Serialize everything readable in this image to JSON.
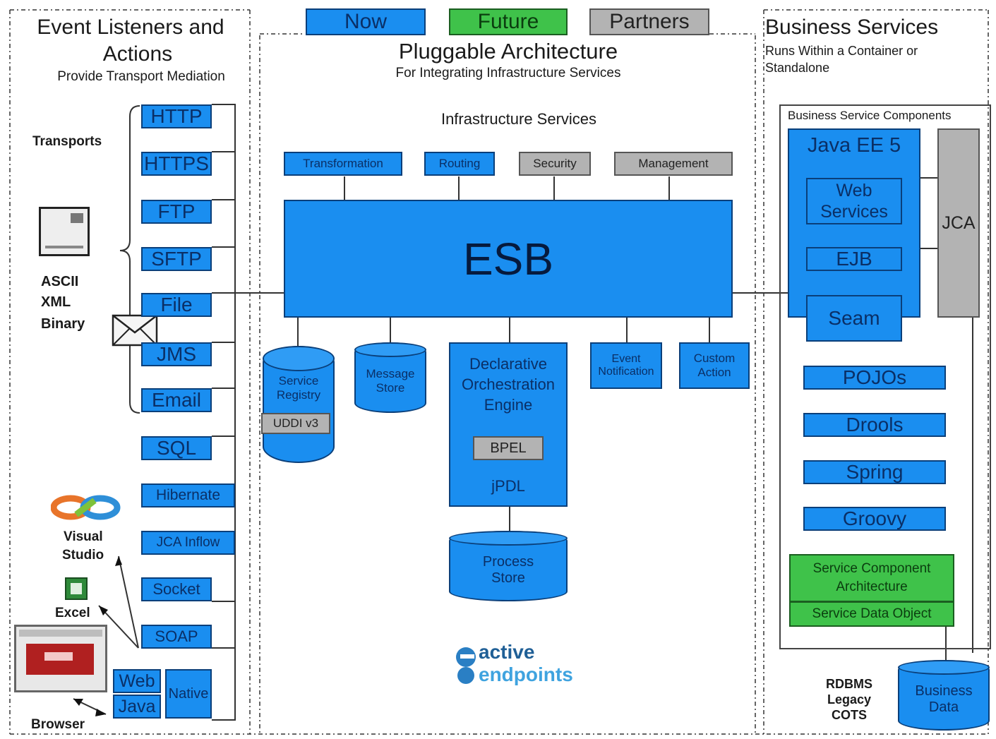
{
  "legend": {
    "now": "Now",
    "future": "Future",
    "partners": "Partners"
  },
  "left": {
    "title_line1": "Event Listeners and",
    "title_line2": "Actions",
    "subtitle": "Provide Transport Mediation",
    "transports_label": "Transports",
    "formats": [
      "ASCII",
      "XML",
      "Binary"
    ],
    "items": [
      "HTTP",
      "HTTPS",
      "FTP",
      "SFTP",
      "File",
      "JMS",
      "Email",
      "SQL",
      "Hibernate",
      "JCA Inflow",
      "Socket",
      "SOAP"
    ],
    "web": "Web",
    "java": "Java",
    "native": "Native",
    "visual_studio_line1": "Visual",
    "visual_studio_line2": "Studio",
    "excel": "Excel",
    "browser": "Browser"
  },
  "center": {
    "title": "Pluggable Architecture",
    "subtitle": "For Integrating Infrastructure Services",
    "infra_label": "Infrastructure Services",
    "infra": [
      "Transformation",
      "Routing",
      "Security",
      "Management"
    ],
    "esb": "ESB",
    "service_registry_line1": "Service",
    "service_registry_line2": "Registry",
    "uddi": "UDDI v3",
    "message_store_line1": "Message",
    "message_store_line2": "Store",
    "engine_line1": "Declarative",
    "engine_line2": "Orchestration",
    "engine_line3": "Engine",
    "bpel": "BPEL",
    "jpdl": "jPDL",
    "event_line1": "Event",
    "event_line2": "Notification",
    "custom_line1": "Custom",
    "custom_line2": "Action",
    "process_store_line1": "Process",
    "process_store_line2": "Store",
    "logo_line1": "active",
    "logo_line2": "endpoints"
  },
  "right": {
    "title": "Business Services",
    "subtitle_line1": "Runs Within a Container or",
    "subtitle_line2": "Standalone",
    "components_label": "Business Service Components",
    "javaee": "Java EE 5",
    "web_line1": "Web",
    "web_line2": "Services",
    "ejb": "EJB",
    "jca": "JCA",
    "seam": "Seam",
    "items": [
      "POJOs",
      "Drools",
      "Spring",
      "Groovy"
    ],
    "sca_line1": "Service Component",
    "sca_line2": "Architecture",
    "sdo": "Service Data Object",
    "legacy_line1": "RDBMS",
    "legacy_line2": "Legacy",
    "legacy_line3": "COTS",
    "data_line1": "Business",
    "data_line2": "Data"
  },
  "colors": {
    "now": "#1a8ef0",
    "future": "#3fc24a",
    "partners": "#b3b3b3"
  }
}
